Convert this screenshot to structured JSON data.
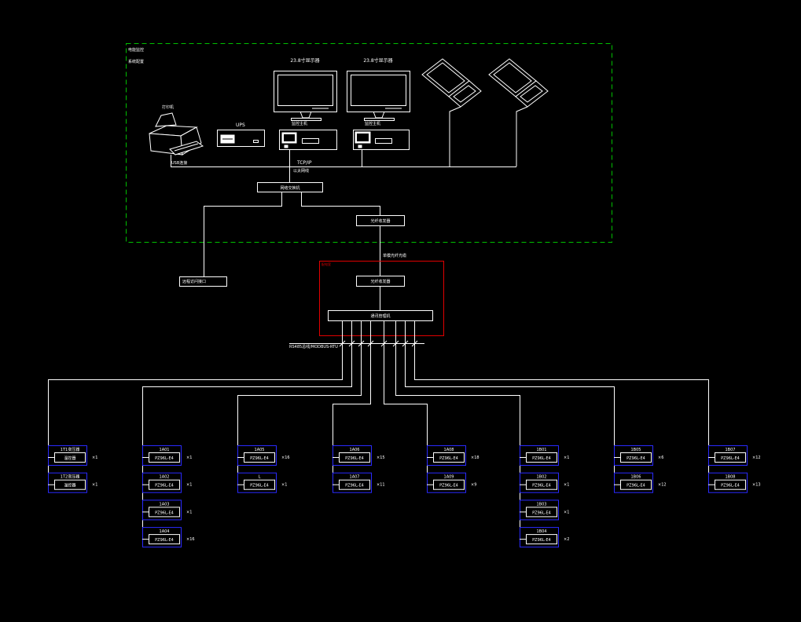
{
  "colors": {
    "background": "#000000",
    "line": "#ffffff",
    "monitor_room_border": "#00c000",
    "distribution_room_border": "#e00000",
    "meter_border": "#2a2aff"
  },
  "monitor_room": {
    "title": "电能监控",
    "subtitle": "系统配置",
    "monitor_1_label": "23.8寸显示器",
    "monitor_2_label": "23.8寸显示器",
    "host_1_label": "监控主机",
    "host_2_label": "监控主机",
    "printer_label": "打印机",
    "ups_label": "UPS",
    "usb_label": "USB连接",
    "tcpip_label": "TCP/IP",
    "ethernet_label": "以太网线",
    "switch_label": "网络交换机",
    "transceiver_label": "光纤收发器"
  },
  "remote_box_label": "远程访问接口",
  "fiber_label": "单模光纤光缆",
  "distribution_room": {
    "title": "配电室",
    "transceiver_label": "光纤收发器",
    "gateway_label": "通讯管理机"
  },
  "bus_label": "RS485总线/MODBUS-RTU",
  "meter_columns": [
    {
      "items": [
        {
          "tag": "1T1变压器",
          "model": "温控器",
          "qty": "×1"
        },
        {
          "tag": "1T2变压器",
          "model": "温控器",
          "qty": "×1"
        }
      ]
    },
    {
      "items": [
        {
          "tag": "1A01",
          "model": "PZ96L-E4",
          "qty": "×1"
        },
        {
          "tag": "1A02",
          "model": "PZ96L-E4",
          "qty": "×1"
        },
        {
          "tag": "1A03",
          "model": "PZ96L-E4",
          "qty": "×1"
        },
        {
          "tag": "1A04",
          "model": "PZ96L-E4",
          "qty": "×16"
        }
      ]
    },
    {
      "items": [
        {
          "tag": "1A05",
          "model": "PZ96L-E4",
          "qty": "×16"
        },
        {
          "tag": "L",
          "model": "PZ96L-E4",
          "qty": "×1"
        }
      ]
    },
    {
      "items": [
        {
          "tag": "1A06",
          "model": "PZ96L-E4",
          "qty": "×15"
        },
        {
          "tag": "1A07",
          "model": "PZ96L-E4",
          "qty": "×11"
        }
      ]
    },
    {
      "items": [
        {
          "tag": "1A08",
          "model": "PZ96L-E4",
          "qty": "×18"
        },
        {
          "tag": "1A09",
          "model": "PZ96L-E4",
          "qty": "×9"
        }
      ]
    },
    {
      "items": [
        {
          "tag": "1B01",
          "model": "PZ96L-E4",
          "qty": "×1"
        },
        {
          "tag": "1B02",
          "model": "PZ96L-E4",
          "qty": "×1"
        },
        {
          "tag": "1B03",
          "model": "PZ96L-E4",
          "qty": "×1"
        },
        {
          "tag": "1B04",
          "model": "PZ96L-E4",
          "qty": "×2"
        }
      ]
    },
    {
      "items": [
        {
          "tag": "1B05",
          "model": "PZ96L-E4",
          "qty": "×6"
        },
        {
          "tag": "1B06",
          "model": "PZ96L-E4",
          "qty": "×12"
        }
      ]
    },
    {
      "items": [
        {
          "tag": "1B07",
          "model": "PZ96L-E4",
          "qty": "×12"
        },
        {
          "tag": "1B08",
          "model": "PZ96L-E4",
          "qty": "×13"
        }
      ]
    }
  ]
}
